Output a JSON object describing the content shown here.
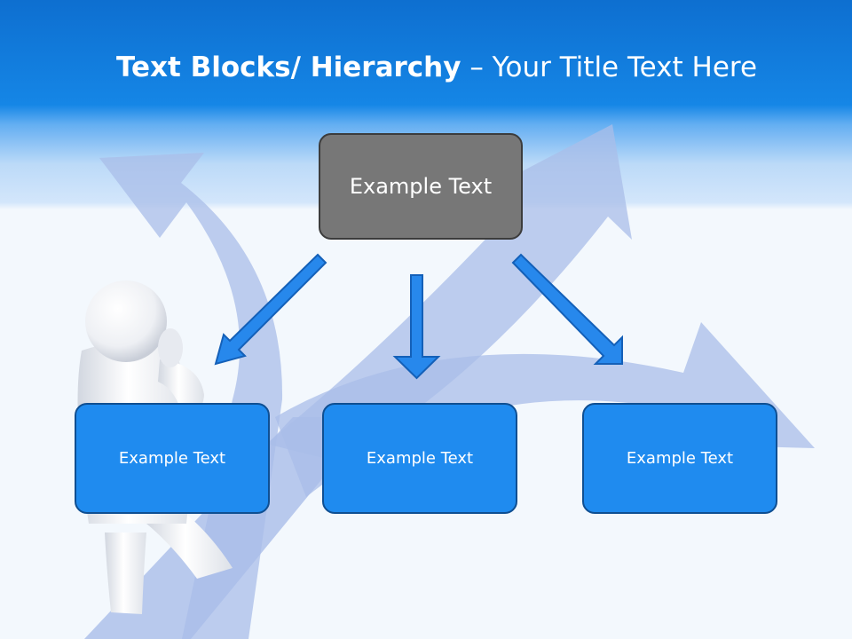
{
  "title": {
    "bold_part": "Text Blocks/ Hierarchy",
    "normal_part": "– Your Title Text Here"
  },
  "hierarchy": {
    "top": {
      "label": "Example Text"
    },
    "children": [
      {
        "label": "Example Text"
      },
      {
        "label": "Example Text"
      },
      {
        "label": "Example Text"
      }
    ]
  },
  "colors": {
    "header_blue": "#1586e6",
    "child_box_fill": "#1f8bef",
    "child_box_border": "#0f4f92",
    "top_box_fill": "#777777",
    "arrow_fill": "#2788ec",
    "background_arrows": "#a9bde8"
  },
  "icons": {
    "background_figure": "thinking-person-figure",
    "background_art": "branching-road-arrows"
  }
}
